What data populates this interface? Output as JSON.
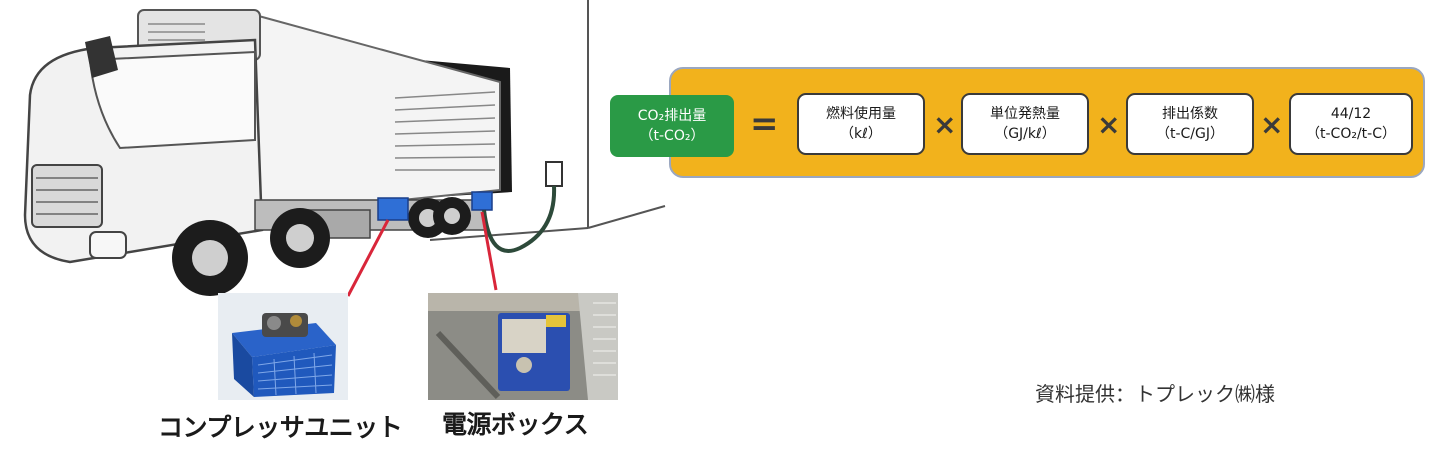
{
  "illustration": {
    "truck_alt": "refrigerated truck connected to an external power outlet"
  },
  "photos": {
    "compressor_alt": "compressor unit photo",
    "power_box_alt": "power box photo"
  },
  "captions": {
    "compressor": "コンプレッサユニット",
    "power_box": "電源ボックス"
  },
  "formula": {
    "result": {
      "line1": "CO₂排出量",
      "line2": "（t-CO₂）"
    },
    "equals": "=",
    "times": "×",
    "terms": [
      {
        "line1": "燃料使用量",
        "line2": "（kℓ）"
      },
      {
        "line1": "単位発熱量",
        "line2": "（GJ/kℓ）"
      },
      {
        "line1": "排出係数",
        "line2": "（t-C/GJ）"
      },
      {
        "line1": "44/12",
        "line2": "（t-CO₂/t-C）"
      }
    ],
    "colors": {
      "panel": "#f2b21c",
      "result_box": "#2a9a46"
    }
  },
  "credit": "資料提供：トプレック㈱様"
}
